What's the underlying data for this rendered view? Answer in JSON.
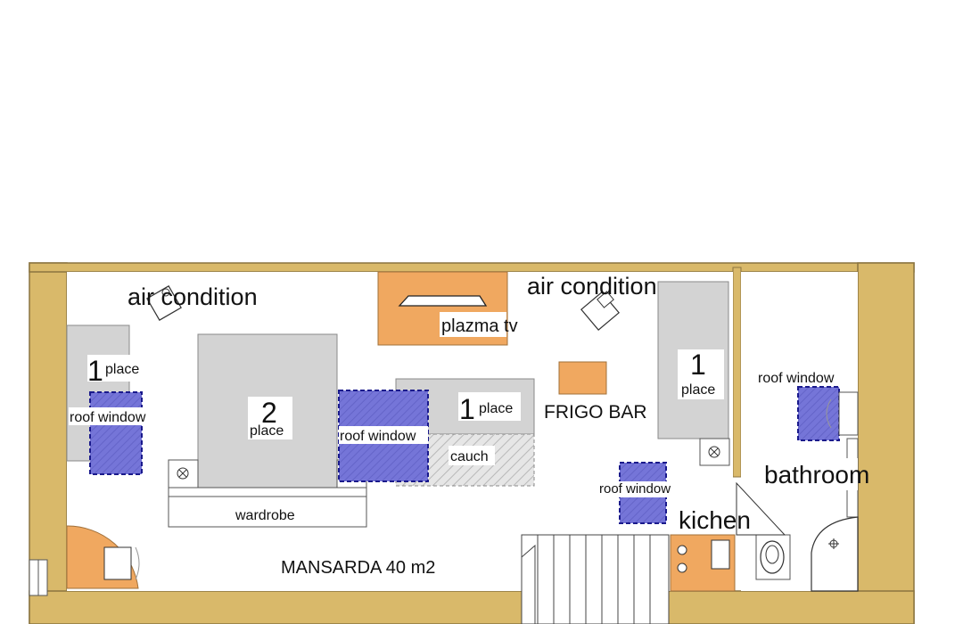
{
  "labels": {
    "air_condition_left": "air condition",
    "air_condition_right": "air condition",
    "plazma_tv": "plazma tv",
    "bed_left_num": "1",
    "bed_left_place": "place",
    "roof_window_left": "roof window",
    "bed_double_num": "2",
    "bed_double_place": "place",
    "roof_window_center": "roof window",
    "couch_num": "1",
    "couch_place": "place",
    "couch": "cauch",
    "frigo_bar": "FRIGO BAR",
    "bed_right_num": "1",
    "bed_right_place": "place",
    "roof_window_right": "roof window",
    "roof_window_kitchen": "roof window",
    "bathroom": "bathroom",
    "kitchen": "kichen",
    "wardrobe": "wardrobe",
    "title": "MANSARDA 40 m2"
  },
  "colors": {
    "wall": "#D9B96A",
    "wall_stroke": "#8A7440",
    "furniture": "#D3D3D3",
    "accent_orange": "#F0A860",
    "roof_window": "#7070D8",
    "roof_window_border": "#1A1A8C",
    "floor": "#FFFFFF"
  }
}
